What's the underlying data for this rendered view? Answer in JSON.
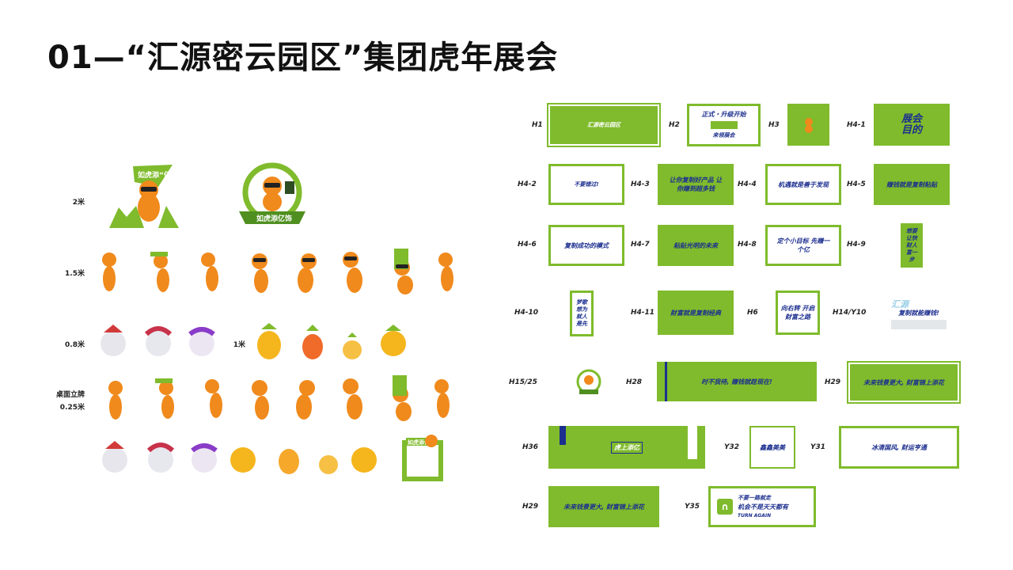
{
  "title": "01—“汇源密云园区”集团虎年展会",
  "colors": {
    "accent_green": "#7fbb2c",
    "accent_blue": "#1c2f8f",
    "tiger_orange": "#f08a1c"
  },
  "size_labels": {
    "m2": "2米",
    "m15": "1.5米",
    "m08": "0.8米",
    "m1": "1米",
    "desk": "桌面立牌",
    "m025": "0.25米"
  },
  "mascot_texts": {
    "flag": "如虎添“亿”",
    "badge": "如虎添亿饰",
    "frame": "如虎添亿"
  },
  "codes": {
    "H1": "H1",
    "H2": "H2",
    "H3": "H3",
    "H4_1": "H4-1",
    "H4_2": "H4-2",
    "H4_3": "H4-3",
    "H4_4": "H4-4",
    "H4_5": "H4-5",
    "H4_6": "H4-6",
    "H4_7": "H4-7",
    "H4_8": "H4-8",
    "H4_9": "H4-9",
    "H4_10": "H4-10",
    "H4_11": "H4-11",
    "H6": "H6",
    "H14": "H14/Y10",
    "H15": "H15/25",
    "H28": "H28",
    "H29a": "H29",
    "H36": "H36",
    "Y32": "Y32",
    "Y31": "Y31",
    "H29b": "H29",
    "Y35": "Y35"
  },
  "panels": {
    "H2_a": "正式・升级开始",
    "H2_b": "来领展会",
    "H4_1": "展会 目的",
    "H4_2": "不要错过!",
    "H4_3": "让你复制好产品 让你赚到超多钱",
    "H4_4": "机遇就是善于发现",
    "H4_5": "赚钱就是复制粘贴",
    "H4_6": "复制成功的模式",
    "H4_7": "粘贴光明的未来",
    "H4_8": "定个小目标 先赚一个亿",
    "H4_9": "想要让快财人富一步",
    "H4_10": "梦歌想为就人是先",
    "H4_11": "财富就是复制经典",
    "H6": "向右转 开启财富之路",
    "H14_a": "汇源",
    "H14_b": "复制就能赚钱!",
    "H28": "时不我待, 赚钱就趁现在!",
    "H29a": "未来钱景更大, 财富锦上添花",
    "H36": "虎上添亿",
    "Y32": "鑫鑫美美",
    "Y31": "冰清国风, 财运亨通",
    "H29b": "未来钱景更大, 财富锦上添花",
    "Y35_a": "不要一路就走",
    "Y35_b": "机会不是天天都有",
    "Y35_c": "TURN AGAIN"
  }
}
